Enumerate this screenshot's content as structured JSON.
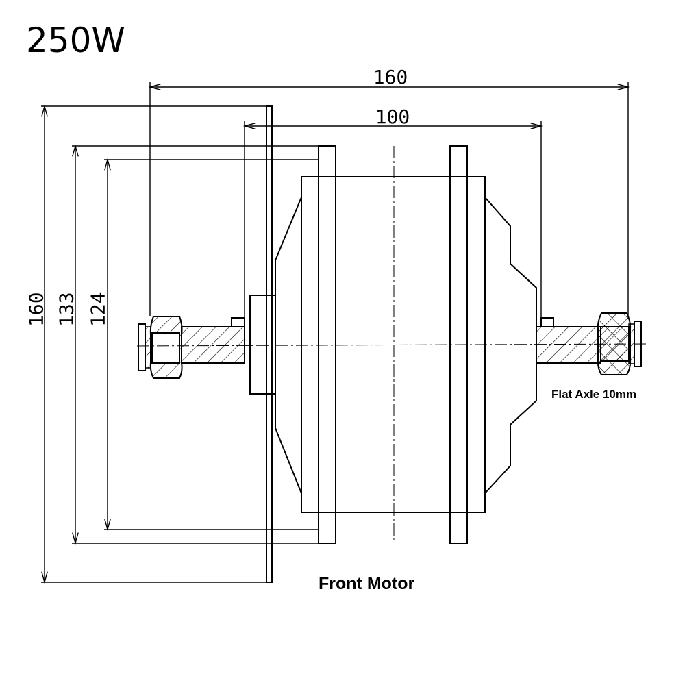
{
  "title": "250W",
  "dimensions": {
    "overall_width": "160",
    "flange_spacing": "100",
    "outer_diameter": "160",
    "flange_diameter": "133",
    "inner_diameter": "124"
  },
  "labels": {
    "axle": "Flat Axle 10mm",
    "caption": "Front Motor"
  }
}
